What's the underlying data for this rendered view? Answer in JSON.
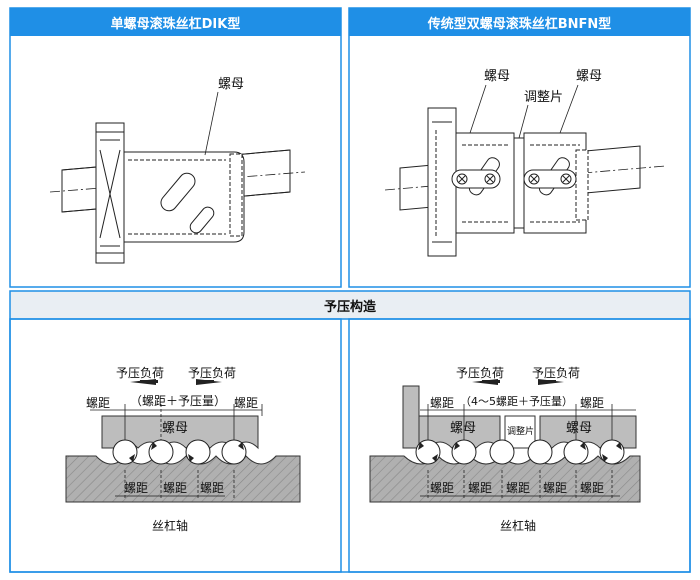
{
  "panels": {
    "top_left_title": "单螺母滚珠丝杠DIK型",
    "top_right_title": "传统型双螺母滚珠丝杠BNFN型",
    "middle_title": "予压构造"
  },
  "top_left": {
    "nut_label": "螺母"
  },
  "top_right": {
    "nut_label_left": "螺母",
    "shim_label": "调整片",
    "nut_label_right": "螺母"
  },
  "bottom_left": {
    "preload_left": "予压负荷",
    "preload_right": "予压负荷",
    "pitch_left": "螺距",
    "formula": "（螺距＋予压量）",
    "pitch_right": "螺距",
    "nut_label": "螺母",
    "pitch_bottom": [
      "螺距",
      "螺距",
      "螺距"
    ],
    "shaft_label": "丝杠轴"
  },
  "bottom_right": {
    "preload_left": "予压负荷",
    "preload_right": "予压负荷",
    "pitch_left": "螺距",
    "formula": "（4～5螺距＋予压量）",
    "pitch_right": "螺距",
    "nut_label_left": "螺母",
    "shim_label": "调整片",
    "nut_label_right": "螺母",
    "pitch_bottom": [
      "螺距",
      "螺距",
      "螺距",
      "螺距",
      "螺距"
    ],
    "shaft_label": "丝杠轴"
  },
  "colors": {
    "header_blue": "#1f8fe6",
    "border_blue": "#1f8fe6",
    "body_gray": "#a8a8a8",
    "nut_gray": "#c6c6c6"
  }
}
